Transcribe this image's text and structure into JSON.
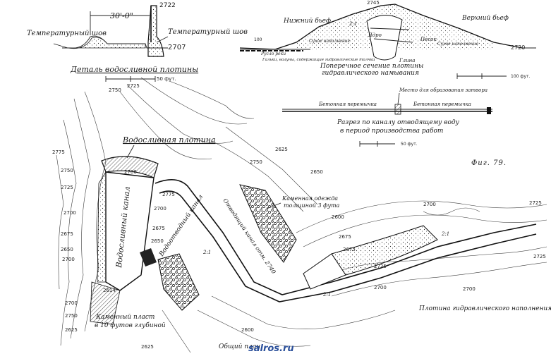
{
  "fig_label": "Фиг. 79.",
  "watermark": "salros.ru",
  "detail": {
    "caption": "Деталь водосливной плотины",
    "left_joint": "Температурный шов",
    "right_joint": "Температурный шов",
    "span_dim": "30'-0\"",
    "elev_top": "2722",
    "elev_base": "2707",
    "scale_label": "50 фут."
  },
  "cross_section": {
    "caption_line1": "Поперечное сечение плотины",
    "caption_line2": "гидравлического намывания",
    "lower_pool": "Нижний бьеф",
    "upper_pool": "Верхний бьеф",
    "top_elev": "2745",
    "right_elev": "2720",
    "left_mark": "100",
    "dry_fill_left": "Сухое наполнение",
    "dry_fill_right": "Сухое наполнение",
    "core": "Ядро",
    "sand": "Песок",
    "slope": "2:1",
    "clay": "Глина",
    "riverbed": "Русло реки",
    "gravel_note": "Гальки, валуны, содержащие гидравлические толчки",
    "scale_label": "100 фут."
  },
  "canal_section": {
    "caption_line1": "Разрез по каналу отводящему воду",
    "caption_line2": "в период производства работ",
    "concrete_left": "Бетонная перемычка",
    "concrete_right": "Бетонная перемычка",
    "cofferdam": "Место для образования затвора",
    "scale_label": "50 фут."
  },
  "plan": {
    "spillway_dam": "Водосливная плотина",
    "spillway_canal": "Водосливный канал",
    "bypass_canal": "Водоотводный канал",
    "stone_lining_line1": "Каменная одежда",
    "stone_lining_line2": "толщиной 3 фута",
    "bedrock_line1": "Каменный пласт",
    "bedrock_line2": "в 10 футов глубиной",
    "hydraulic_dam": "Плотина гидравлического наполнения",
    "general_plan": "Общий план",
    "canal_elev_text": "Отводящий канал отм. 2740",
    "slope_a": "2:1",
    "slope_b": "2:1",
    "slope_c": "2:1",
    "contours": {
      "c2775": "2775",
      "c2750a": "2750",
      "c2725a": "2725",
      "c2700a": "2700",
      "c2675a": "2675",
      "c2650a": "2650",
      "c2700b": "2700",
      "c2706": "2706",
      "c2725b": "2725",
      "c2750b": "2750",
      "c2775b": "2775",
      "c2700c": "2700",
      "c2675b": "2675",
      "c2650b": "2650",
      "c2625": "2625",
      "c2600": "2600",
      "c2700d": "2700",
      "c2725c": "2725",
      "c2750c": "2750",
      "c2725d": "2725",
      "c2700e": "2700",
      "c2675c": "2675",
      "c2650c": "2650",
      "c2614": "2614",
      "c2700f": "2700",
      "c2750d": "2750",
      "c2625b": "2625",
      "c2725e": "2725",
      "c2700g": "2700",
      "c2675d": "2675",
      "c2600b": "2600",
      "c2625c": "2625"
    }
  }
}
